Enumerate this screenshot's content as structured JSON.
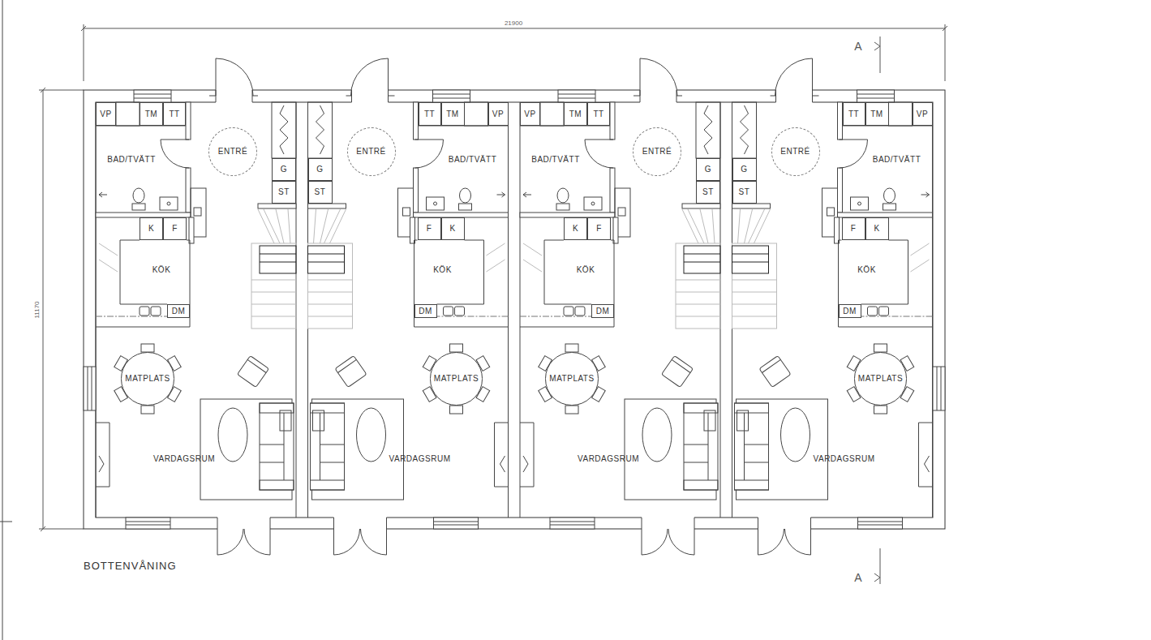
{
  "diagram": {
    "caption": "BOTTENVÅNING",
    "nodes": [
      {
        "text": [
          "VP"
        ]
      },
      {
        "text": [
          "TM"
        ]
      },
      {
        "text": [
          "TT"
        ]
      },
      {
        "text": [
          "BAD/TVÄTT"
        ]
      },
      {
        "text": [
          "ENTRÉ"
        ]
      },
      {
        "text": [
          "G"
        ]
      },
      {
        "text": [
          "ST"
        ]
      },
      {
        "text": [
          "K"
        ]
      },
      {
        "text": [
          "F"
        ]
      },
      {
        "text": [
          "KÖK"
        ]
      },
      {
        "text": [
          "DM"
        ]
      },
      {
        "text": [
          "MATPLATS"
        ]
      },
      {
        "text": [
          "VARDAGSRUM"
        ]
      },
      {
        "text": [
          "TT"
        ]
      },
      {
        "text": [
          "TM"
        ]
      },
      {
        "text": [
          "VP"
        ]
      },
      {
        "text": [
          "BAD/TVÄTT"
        ]
      },
      {
        "text": [
          "ENTRÉ"
        ]
      },
      {
        "text": [
          "G"
        ]
      },
      {
        "text": [
          "ST"
        ]
      },
      {
        "text": [
          "F"
        ]
      },
      {
        "text": [
          "K"
        ]
      },
      {
        "text": [
          "KÖK"
        ]
      },
      {
        "text": [
          "DM"
        ]
      },
      {
        "text": [
          "MATPLATS"
        ]
      },
      {
        "text": [
          "VARDAGSRUM"
        ]
      },
      {
        "text": [
          "VP"
        ]
      },
      {
        "text": [
          "TM"
        ]
      },
      {
        "text": [
          "TT"
        ]
      },
      {
        "text": [
          "BAD/TVÄTT"
        ]
      },
      {
        "text": [
          "ENTRÉ"
        ]
      },
      {
        "text": [
          "G"
        ]
      },
      {
        "text": [
          "ST"
        ]
      },
      {
        "text": [
          "K"
        ]
      },
      {
        "text": [
          "F"
        ]
      },
      {
        "text": [
          "KÖK"
        ]
      },
      {
        "text": [
          "DM"
        ]
      },
      {
        "text": [
          "MATPLATS"
        ]
      },
      {
        "text": [
          "VARDAGSRUM"
        ]
      },
      {
        "text": [
          "TT"
        ]
      },
      {
        "text": [
          "TM"
        ]
      },
      {
        "text": [
          "VP"
        ]
      },
      {
        "text": [
          "BAD/TVÄTT"
        ]
      },
      {
        "text": [
          "ENTRÉ"
        ]
      },
      {
        "text": [
          "G"
        ]
      },
      {
        "text": [
          "ST"
        ]
      },
      {
        "text": [
          "F"
        ]
      },
      {
        "text": [
          "K"
        ]
      },
      {
        "text": [
          "KÖK"
        ]
      },
      {
        "text": [
          "DM"
        ]
      },
      {
        "text": [
          "MATPLATS"
        ]
      },
      {
        "text": [
          "VARDAGSRUM"
        ]
      }
    ],
    "labels": [
      "21900",
      "11170",
      "A",
      "A"
    ]
  }
}
